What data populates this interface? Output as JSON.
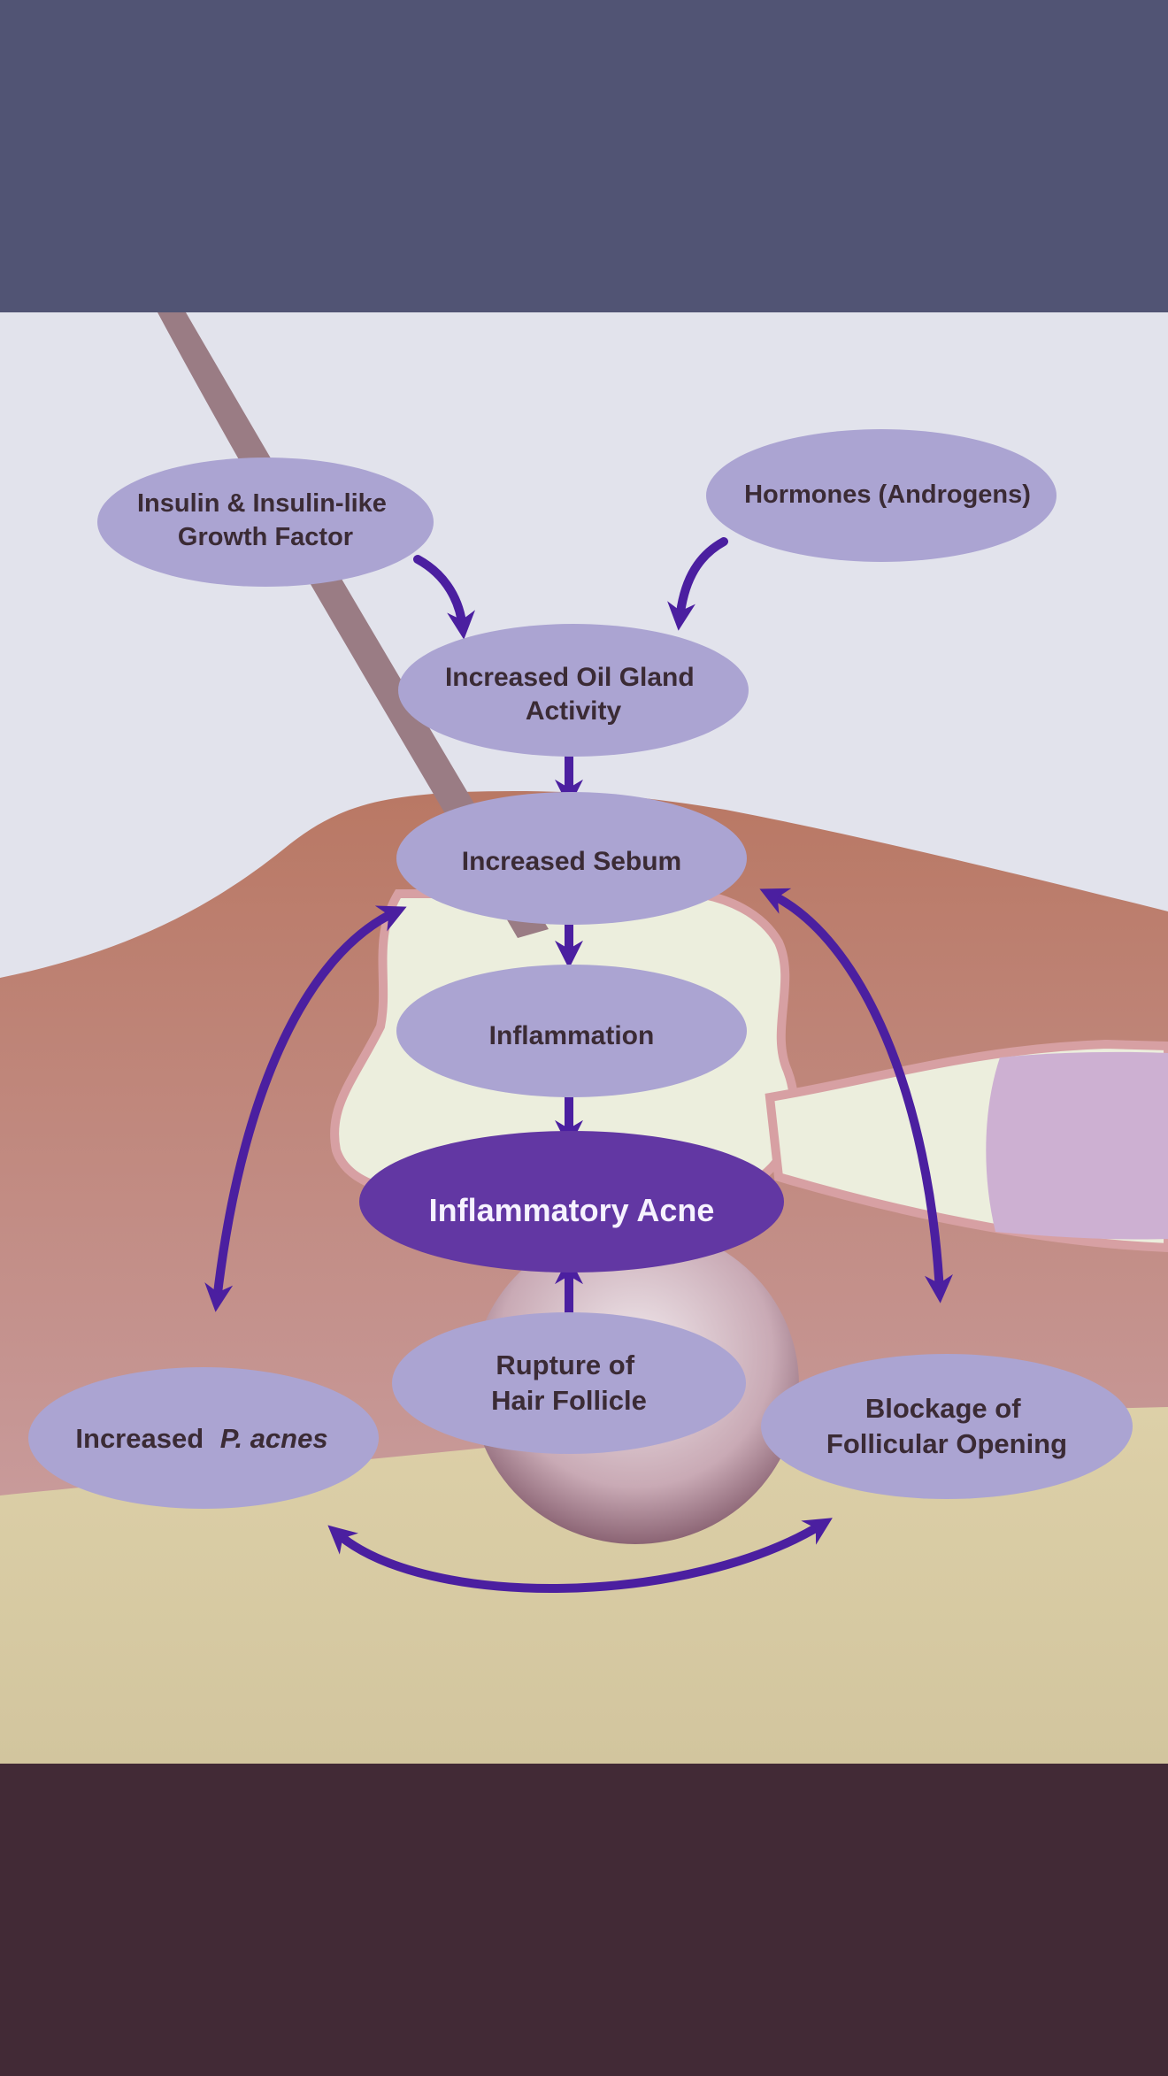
{
  "colors": {
    "top_band": "#515474",
    "bottom_band": "#422a36",
    "sky": "#e2e3ec",
    "skin": "#b07a6c",
    "skin_edge": "#d7a9a0",
    "fat_layer": "#d8cca4",
    "follicle": "#eceedd",
    "hair": "#9a7c84",
    "oil_gland": "#cdb0d2",
    "node_fill": "#aba4d2",
    "main_node_fill": "#6237a3",
    "arrow": "#4b1fa0",
    "node_text": "#3b2b35",
    "main_node_text": "#f6f2ff"
  },
  "nodes": {
    "insulin": {
      "line1": "Insulin & Insulin-like",
      "line2": "Growth Factor"
    },
    "hormones": {
      "line1": "Hormones (Androgens)"
    },
    "oil_gland": {
      "line1": "Increased Oil Gland",
      "line2": "Activity"
    },
    "sebum": {
      "line1": "Increased Sebum"
    },
    "inflammation": {
      "line1": "Inflammation"
    },
    "inflammatory_acne": {
      "line1": "Inflammatory Acne"
    },
    "rupture": {
      "line1": "Rupture of",
      "line2": "Hair Follicle"
    },
    "p_acnes": {
      "prefix": "Increased",
      "italic": "P. acnes"
    },
    "blockage": {
      "line1": "Blockage of",
      "line2": "Follicular Opening"
    }
  }
}
